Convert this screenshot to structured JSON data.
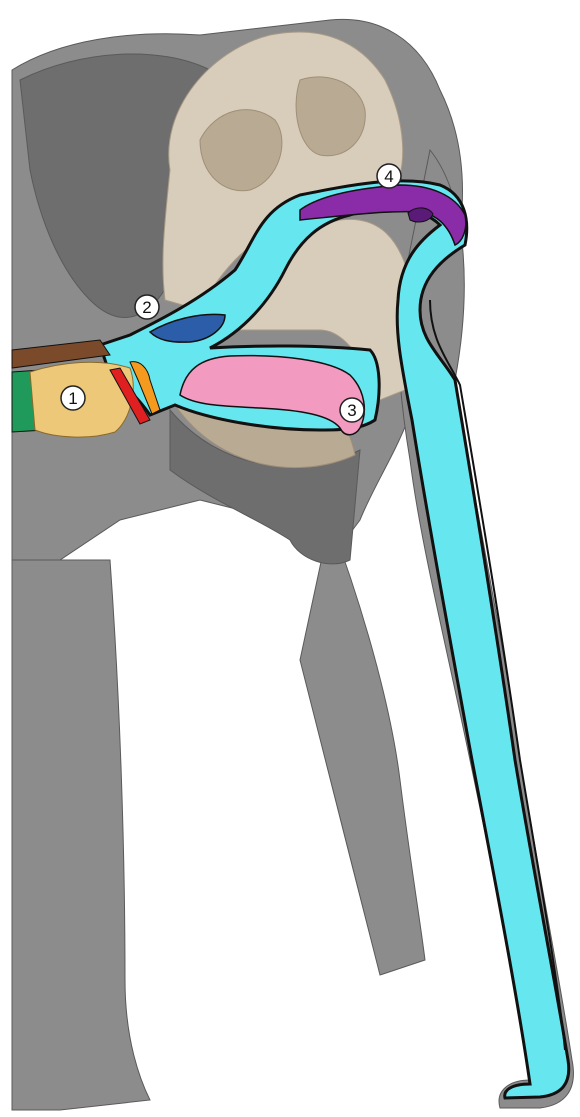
{
  "figure": {
    "background": "#ffffff",
    "colors": {
      "elephant_skin": "#8c8c8c",
      "elephant_skin_dark": "#6e6e6e",
      "elephant_outline": "#5a5a5a",
      "skull_bone": "#d8ccba",
      "skull_cavity": "#b9aa93",
      "airway": "#66e6ee",
      "airway_outline": "#111111",
      "nasal_dark_blue": "#2b5da8",
      "tongue_pink": "#f29ac0",
      "purple_region": "#8a2ba8",
      "purple_dark": "#5a1a78",
      "larynx_yellow": "#ecc878",
      "trachea_green": "#1f9a5a",
      "esophagus_brown": "#7a4a2a",
      "red_part": "#e02020",
      "orange_part": "#f39a1f",
      "callout_fill": "#ffffff",
      "callout_stroke": "#222222"
    },
    "callouts": [
      {
        "id": "1",
        "label": "1"
      },
      {
        "id": "2",
        "label": "2"
      },
      {
        "id": "3",
        "label": "3"
      },
      {
        "id": "4",
        "label": "4"
      }
    ]
  }
}
